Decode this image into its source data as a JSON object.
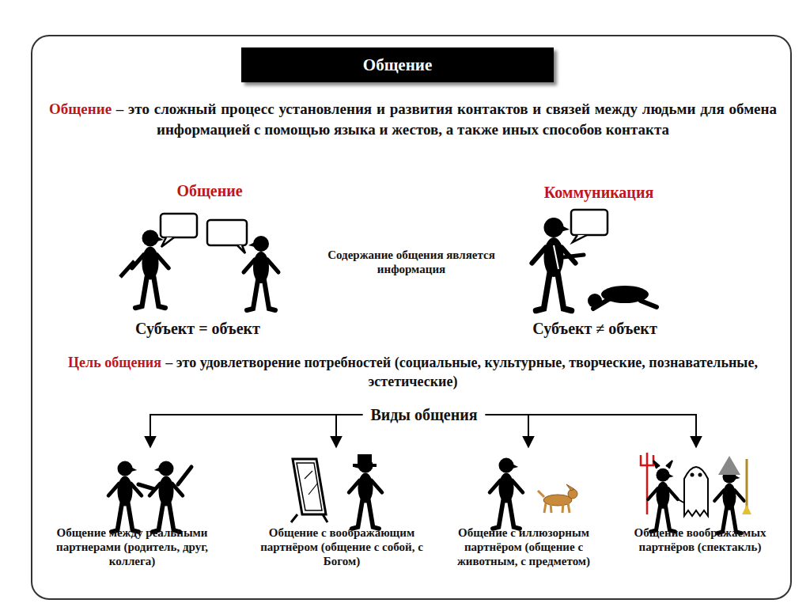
{
  "diagram": {
    "title": "Общение",
    "labels": [
      "Общение",
      "– это сложный процесс установления и развития контактов и связей между людьми для обмена информацией с помощью языка и жестов, а также иных способов контакта",
      "Общение",
      "Коммуникация",
      "Содержание общения является информация",
      "Субъект = объект",
      "Субъект ≠ объект",
      "Цель общения",
      "– это удовлетворение потребностей (социальные, культурные, творческие, познавательные, эстетические)",
      "Виды общения",
      "Общение между реальными партнерами (родитель, друг, коллега)",
      "Общение с воображающим партнёром (общение с собой, с Богом)",
      "Общение с иллюзорным партнёром (общение с животным, с предметом)",
      "Общение воображаемых партнёров (спектакль)"
    ]
  }
}
